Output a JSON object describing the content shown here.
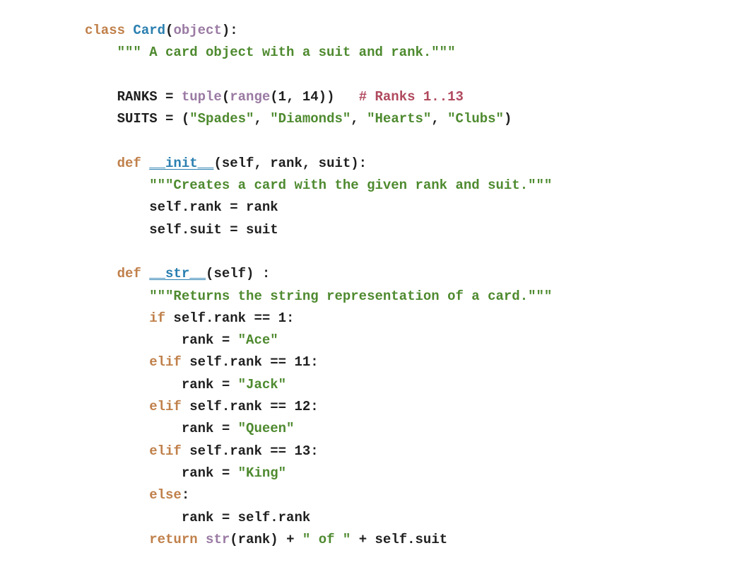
{
  "code": {
    "lines": [
      [
        {
          "t": "class ",
          "c": "kw"
        },
        {
          "t": "Card",
          "c": "name"
        },
        {
          "t": "(",
          "c": "plain"
        },
        {
          "t": "object",
          "c": "bi"
        },
        {
          "t": "):",
          "c": "plain"
        }
      ],
      [
        {
          "t": "    ",
          "c": "plain"
        },
        {
          "t": "\"\"\" A card object with a suit and rank.\"\"\"",
          "c": "str"
        }
      ],
      [],
      [
        {
          "t": "    RANKS = ",
          "c": "plain"
        },
        {
          "t": "tuple",
          "c": "bi"
        },
        {
          "t": "(",
          "c": "plain"
        },
        {
          "t": "range",
          "c": "bi"
        },
        {
          "t": "(1, 14))   ",
          "c": "plain"
        },
        {
          "t": "# Ranks 1..13",
          "c": "cmt"
        }
      ],
      [
        {
          "t": "    SUITS = (",
          "c": "plain"
        },
        {
          "t": "\"Spades\"",
          "c": "str"
        },
        {
          "t": ", ",
          "c": "plain"
        },
        {
          "t": "\"Diamonds\"",
          "c": "str"
        },
        {
          "t": ", ",
          "c": "plain"
        },
        {
          "t": "\"Hearts\"",
          "c": "str"
        },
        {
          "t": ", ",
          "c": "plain"
        },
        {
          "t": "\"Clubs\"",
          "c": "str"
        },
        {
          "t": ")",
          "c": "plain"
        }
      ],
      [],
      [
        {
          "t": "    ",
          "c": "plain"
        },
        {
          "t": "def ",
          "c": "kw"
        },
        {
          "t": "__init__",
          "c": "name dunder"
        },
        {
          "t": "(self, rank, suit):",
          "c": "plain"
        }
      ],
      [
        {
          "t": "        ",
          "c": "plain"
        },
        {
          "t": "\"\"\"Creates a card with the given rank and suit.\"\"\"",
          "c": "str"
        }
      ],
      [
        {
          "t": "        self.rank = rank",
          "c": "plain"
        }
      ],
      [
        {
          "t": "        self.suit = suit",
          "c": "plain"
        }
      ],
      [],
      [
        {
          "t": "    ",
          "c": "plain"
        },
        {
          "t": "def ",
          "c": "kw"
        },
        {
          "t": "__str__",
          "c": "name dunder"
        },
        {
          "t": "(self) :",
          "c": "plain"
        }
      ],
      [
        {
          "t": "        ",
          "c": "plain"
        },
        {
          "t": "\"\"\"Returns the string representation of a card.\"\"\"",
          "c": "str"
        }
      ],
      [
        {
          "t": "        ",
          "c": "plain"
        },
        {
          "t": "if",
          "c": "kw"
        },
        {
          "t": " self.rank == 1:",
          "c": "plain"
        }
      ],
      [
        {
          "t": "            rank = ",
          "c": "plain"
        },
        {
          "t": "\"Ace\"",
          "c": "str"
        }
      ],
      [
        {
          "t": "        ",
          "c": "plain"
        },
        {
          "t": "elif",
          "c": "kw"
        },
        {
          "t": " self.rank == 11:",
          "c": "plain"
        }
      ],
      [
        {
          "t": "            rank = ",
          "c": "plain"
        },
        {
          "t": "\"Jack\"",
          "c": "str"
        }
      ],
      [
        {
          "t": "        ",
          "c": "plain"
        },
        {
          "t": "elif",
          "c": "kw"
        },
        {
          "t": " self.rank == 12:",
          "c": "plain"
        }
      ],
      [
        {
          "t": "            rank = ",
          "c": "plain"
        },
        {
          "t": "\"Queen\"",
          "c": "str"
        }
      ],
      [
        {
          "t": "        ",
          "c": "plain"
        },
        {
          "t": "elif",
          "c": "kw"
        },
        {
          "t": " self.rank == 13:",
          "c": "plain"
        }
      ],
      [
        {
          "t": "            rank = ",
          "c": "plain"
        },
        {
          "t": "\"King\"",
          "c": "str"
        }
      ],
      [
        {
          "t": "        ",
          "c": "plain"
        },
        {
          "t": "else",
          "c": "kw"
        },
        {
          "t": ":",
          "c": "plain"
        }
      ],
      [
        {
          "t": "            rank = self.rank",
          "c": "plain"
        }
      ],
      [
        {
          "t": "        ",
          "c": "plain"
        },
        {
          "t": "return ",
          "c": "kw"
        },
        {
          "t": "str",
          "c": "bi"
        },
        {
          "t": "(rank) + ",
          "c": "plain"
        },
        {
          "t": "\" of \"",
          "c": "str"
        },
        {
          "t": " + self.suit",
          "c": "plain"
        }
      ]
    ]
  },
  "colors": {
    "background": "#ffffff",
    "plain": "#1f1f1f",
    "keyword": "#c0804a",
    "name": "#2a7fb0",
    "builtin": "#9a7aa3",
    "string": "#4e8a2f",
    "comment": "#b04a5e"
  }
}
